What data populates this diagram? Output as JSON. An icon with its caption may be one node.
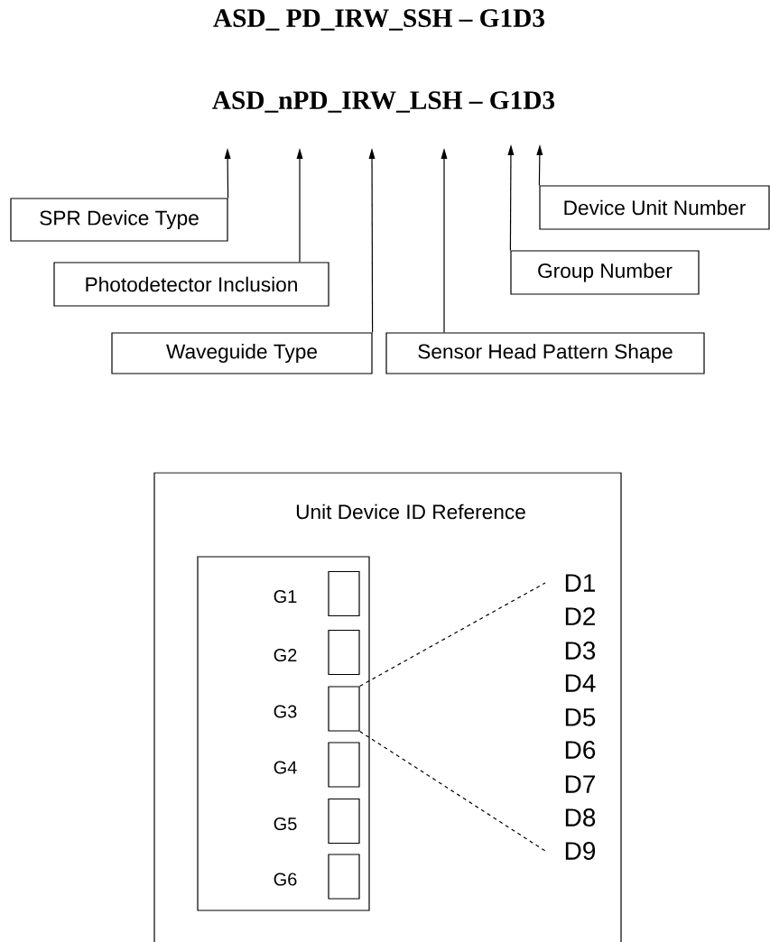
{
  "diagram": {
    "nodes": [
      {
        "text": [
          "SPR Device Type"
        ]
      },
      {
        "text": [
          "Photodetector Inclusion"
        ]
      },
      {
        "text": [
          "Waveguide Type"
        ]
      },
      {
        "text": [
          "Sensor Head Pattern Shape"
        ]
      },
      {
        "text": [
          "Group Number"
        ]
      },
      {
        "text": [
          "Device Unit Number"
        ]
      },
      {
        "text": [
          "Unit Device ID Reference"
        ]
      },
      {
        "text": [],
        "shape": "box",
        "in": 6
      },
      {
        "text": [],
        "shape": "box",
        "in": 7,
        "beside": [
          "G1"
        ]
      },
      {
        "text": [],
        "shape": "box",
        "in": 7,
        "beside": [
          "G2"
        ]
      },
      {
        "text": [],
        "shape": "box",
        "in": 7,
        "beside": [
          "G3"
        ]
      },
      {
        "text": [],
        "shape": "box",
        "in": 7,
        "beside": [
          "G4"
        ]
      },
      {
        "text": [],
        "shape": "box",
        "in": 7,
        "beside": [
          "G5"
        ]
      },
      {
        "text": [],
        "shape": "box",
        "in": 7,
        "beside": [
          "G6"
        ]
      },
      {
        "text": [
          "D1"
        ],
        "in": 6
      },
      {
        "text": [
          "D2"
        ],
        "in": 6
      },
      {
        "text": [
          "D3"
        ],
        "in": 6
      },
      {
        "text": [
          "D4"
        ],
        "in": 6
      },
      {
        "text": [
          "D5"
        ],
        "in": 6
      },
      {
        "text": [
          "D6"
        ],
        "in": 6
      },
      {
        "text": [
          "D7"
        ],
        "in": 6
      },
      {
        "text": [
          "D8"
        ],
        "in": 6
      },
      {
        "text": [
          "D9"
        ],
        "in": 6
      }
    ],
    "edges": [
      {
        "from": 0,
        "to": null,
        "arrow": "to"
      },
      {
        "from": 1,
        "to": null,
        "arrow": "to"
      },
      {
        "from": 2,
        "to": null,
        "arrow": "to"
      },
      {
        "from": 3,
        "to": null,
        "arrow": "to"
      },
      {
        "from": 4,
        "to": null,
        "arrow": "to"
      },
      {
        "from": 5,
        "to": null,
        "arrow": "to"
      },
      {
        "from": 10,
        "to": 14,
        "arrow": "none",
        "style": "dashed"
      },
      {
        "from": 10,
        "to": 22,
        "arrow": "none",
        "style": "dashed"
      }
    ],
    "labels": [
      "ASD_ PD_IRW_SSH – G1D3",
      "ASD_nPD_IRW_LSH – G1D3"
    ]
  }
}
